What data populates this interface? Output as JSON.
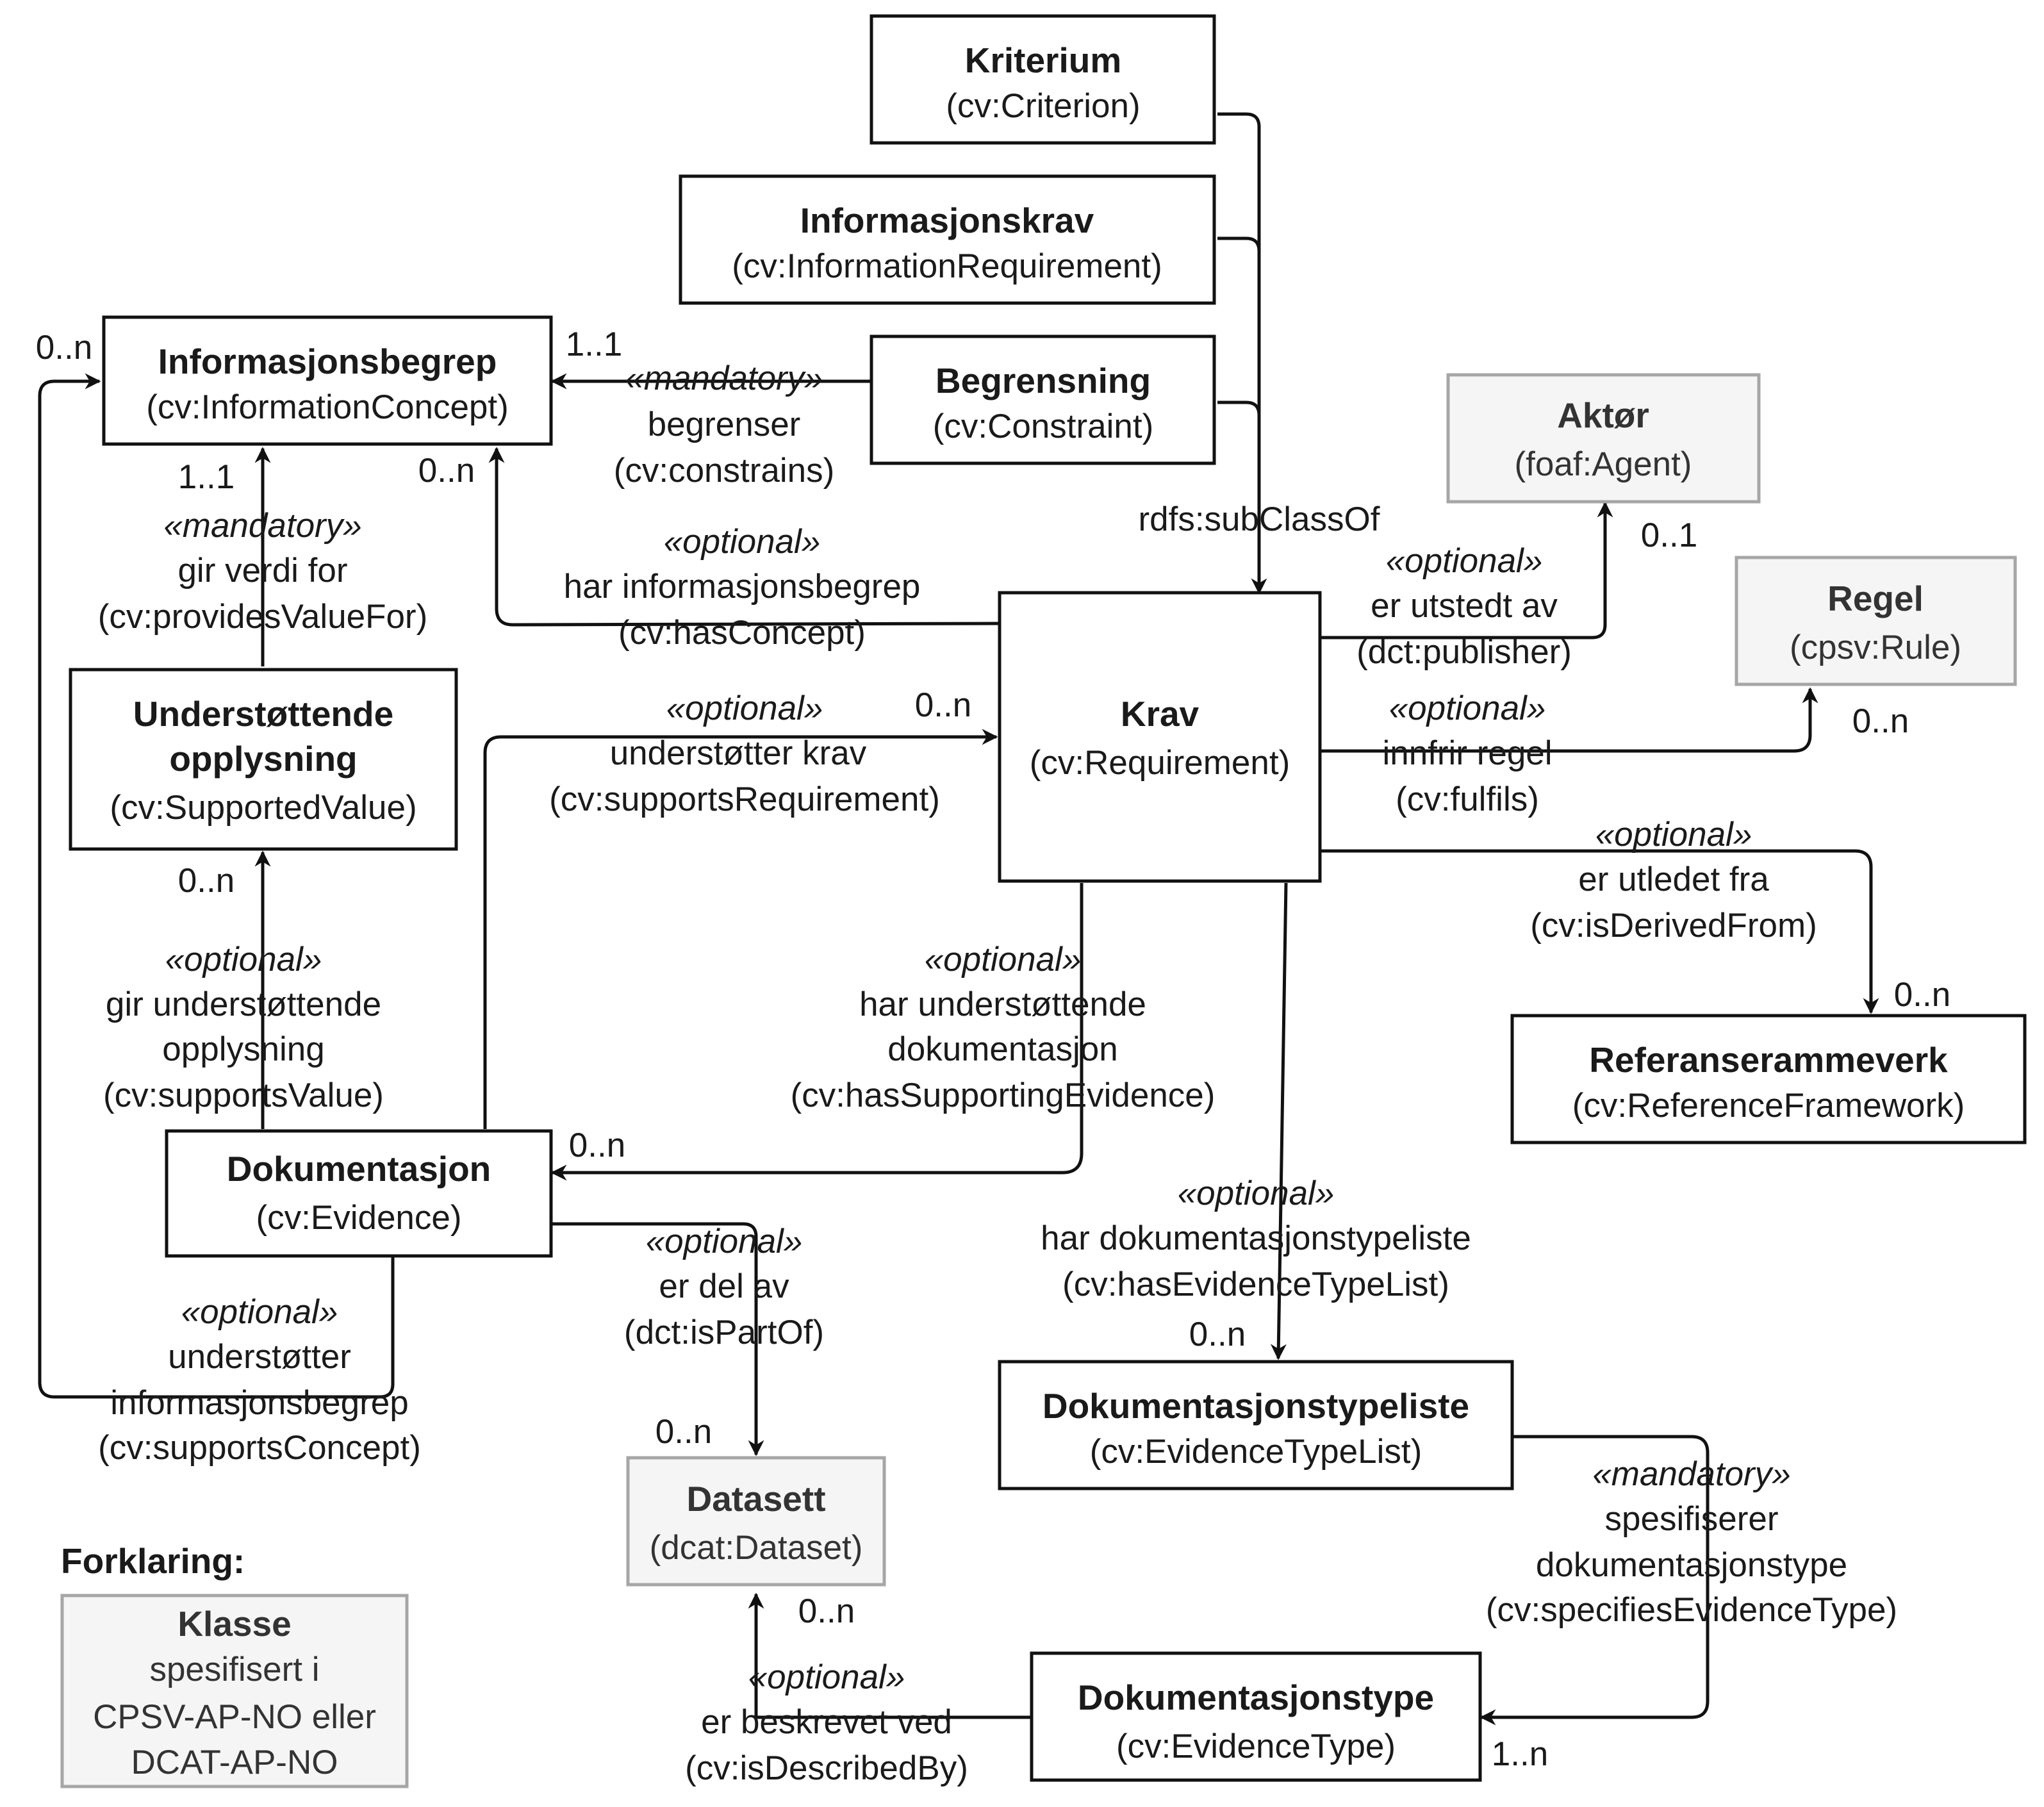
{
  "classes": {
    "kriterium": {
      "name": "Kriterium",
      "uri": "(cv:Criterion)"
    },
    "informasjonskrav": {
      "name": "Informasjonskrav",
      "uri": "(cv:InformationRequirement)"
    },
    "begrensning": {
      "name": "Begrensning",
      "uri": "(cv:Constraint)"
    },
    "informasjonsbegrep": {
      "name": "Informasjonsbegrep",
      "uri": "(cv:InformationConcept)"
    },
    "aktor": {
      "name": "Aktør",
      "uri": "(foaf:Agent)"
    },
    "regel": {
      "name": "Regel",
      "uri": "(cpsv:Rule)"
    },
    "krav": {
      "name": "Krav",
      "uri": "(cv:Requirement)"
    },
    "understottende": {
      "name_line1": "Understøttende",
      "name_line2": "opplysning",
      "uri": "(cv:SupportedValue)"
    },
    "referanserammeverk": {
      "name": "Referanserammeverk",
      "uri": "(cv:ReferenceFramework)"
    },
    "dokumentasjon": {
      "name": "Dokumentasjon",
      "uri": "(cv:Evidence)"
    },
    "datasett": {
      "name": "Datasett",
      "uri": "(dcat:Dataset)"
    },
    "dokumentasjonstypeliste": {
      "name": "Dokumentasjonstypeliste",
      "uri": "(cv:EvidenceTypeList)"
    },
    "dokumentasjonstype": {
      "name": "Dokumentasjonstype",
      "uri": "(cv:EvidenceType)"
    }
  },
  "relations": {
    "subclass": {
      "label": "rdfs:subClassOf"
    },
    "constrains": {
      "stereotype": "«mandatory»",
      "name": "begrenser",
      "uri": "(cv:constrains)",
      "mult_target": "1..1"
    },
    "provides_value_for": {
      "stereotype": "«mandatory»",
      "name": "gir verdi for",
      "uri": "(cv:providesValueFor)",
      "mult_target": "1..1"
    },
    "has_concept": {
      "stereotype": "«optional»",
      "name": "har informasjonsbegrep",
      "uri": "(cv:hasConcept)",
      "mult_target": "0..n"
    },
    "publisher": {
      "stereotype": "«optional»",
      "name": "er utstedt av",
      "uri": "(dct:publisher)",
      "mult_target": "0..1"
    },
    "fulfils": {
      "stereotype": "«optional»",
      "name": "innfrir regel",
      "uri": "(cv:fulfils)",
      "mult_target": "0..n"
    },
    "supports_requirement": {
      "stereotype": "«optional»",
      "name": "understøtter krav",
      "uri": "(cv:supportsRequirement)",
      "mult_target": "0..n"
    },
    "derived_from": {
      "stereotype": "«optional»",
      "name": "er utledet fra",
      "uri": "(cv:isDerivedFrom)",
      "mult_target": "0..n"
    },
    "supports_value": {
      "stereotype": "«optional»",
      "name_line1": "gir understøttende",
      "name_line2": "opplysning",
      "uri": "(cv:supportsValue)",
      "mult_target": "0..n"
    },
    "supporting_evidence": {
      "stereotype": "«optional»",
      "name_line1": "har understøttende",
      "name_line2": "dokumentasjon",
      "uri": "(cv:hasSupportingEvidence)",
      "mult_target": "0..n"
    },
    "evidence_type_list": {
      "stereotype": "«optional»",
      "name": "har dokumentasjonstypeliste",
      "uri": "(cv:hasEvidenceTypeList)",
      "mult_target": "0..n"
    },
    "part_of": {
      "stereotype": "«optional»",
      "name": "er del av",
      "uri": "(dct:isPartOf)",
      "mult_target": "0..n"
    },
    "supports_concept": {
      "stereotype": "«optional»",
      "name_line1": "understøtter",
      "name_line2": "informasjonsbegrep",
      "uri": "(cv:supportsConcept)",
      "mult_target": "0..n"
    },
    "specifies_evidence_type": {
      "stereotype": "«mandatory»",
      "name_line1": "spesifiserer",
      "name_line2": "dokumentasjonstype",
      "uri": "(cv:specifiesEvidenceType)",
      "mult_target": "1..n"
    },
    "described_by": {
      "stereotype": "«optional»",
      "name": "er beskrevet ved",
      "uri": "(cv:isDescribedBy)",
      "mult_target": "0..n"
    }
  },
  "legend": {
    "title": "Forklaring:",
    "line1": "Klasse",
    "line2": "spesifisert i",
    "line3": "CPSV-AP-NO eller",
    "line4": "DCAT-AP-NO"
  }
}
